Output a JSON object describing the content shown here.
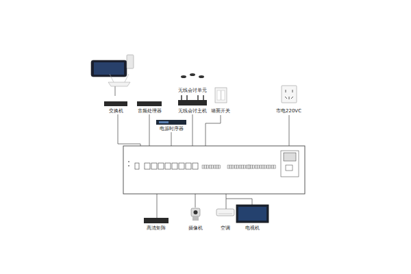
{
  "diagram": {
    "nodes": [
      {
        "text": [
          "交换机"
        ]
      },
      {
        "text": [
          "音频处理器"
        ]
      },
      {
        "text": [
          "无线会讨单元"
        ]
      },
      {
        "text": [
          "无线会讨主机"
        ]
      },
      {
        "text": [
          "电源时序器"
        ]
      },
      {
        "text": [
          "墙面开关"
        ]
      },
      {
        "text": [
          "市电220VC"
        ]
      },
      {
        "text": [
          "高清矩阵"
        ]
      },
      {
        "text": [
          "摄像机"
        ]
      },
      {
        "text": [
          "空调"
        ]
      },
      {
        "text": [
          "电视机"
        ]
      }
    ]
  }
}
